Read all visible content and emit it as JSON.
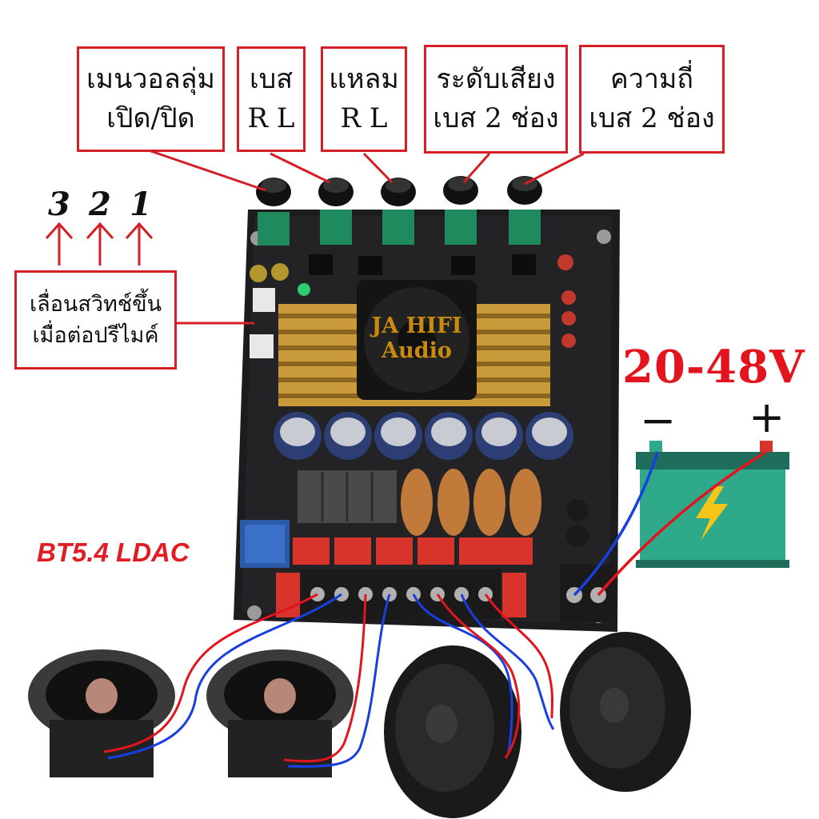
{
  "labels": {
    "mainvolume": [
      "เมนวอลลุ่ม",
      "เปิด/ปิด"
    ],
    "bass": [
      "เบส",
      "R L"
    ],
    "treble": [
      "แหลม",
      "R L"
    ],
    "sub_level": [
      "ระดับเสียง",
      "เบส 2 ช่อง"
    ],
    "sub_freq": [
      "ความถี่",
      "เบส 2 ช่อง"
    ],
    "switch_note": [
      "เลื่อนสวิทช์ขึ้น",
      "เมื่อต่อปรีไมค์"
    ]
  },
  "switch_positions": [
    "3",
    "2",
    "1"
  ],
  "voltage": "20-48V",
  "polarity": {
    "negative": "−",
    "positive": "+"
  },
  "bluetooth": "BT5.4 LDAC",
  "fan_brand": [
    "JA HIFI",
    "Audio"
  ],
  "colors": {
    "accent_red": "#d41f26",
    "board": "#1c1c1e",
    "heatsink": "#c99a3a",
    "battery": "#2eaa8a",
    "wire_red": "#e3141d",
    "wire_blue": "#1a3fe0"
  }
}
